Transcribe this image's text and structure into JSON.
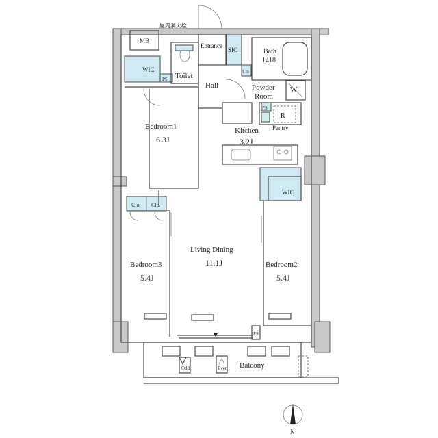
{
  "labels": {
    "hydrant": "屋内消火栓",
    "mb": "MB",
    "entrance": "Entrance",
    "sic": "SIC",
    "bath": "Bath",
    "bath_size": "1418",
    "wic_top": "WIC",
    "ps_top": "PS",
    "toilet": "Toilet",
    "hall": "Hall",
    "lin": "Lin",
    "powder1": "Powder",
    "powder2": "Room",
    "w": "W",
    "ps_kitchen": "PS",
    "r": "R",
    "pantry": "Pantry",
    "kitchen": "Kitchen",
    "kitchen_size": "3.2J",
    "bedroom1": "Bedroom1",
    "bedroom1_size": "6.3J",
    "wic_right": "WIC",
    "clo1": "Clo.",
    "clo2": "Clo.",
    "living": "Living Dining",
    "living_size": "11.1J",
    "bedroom3": "Bedroom3",
    "bedroom3_size": "5.4J",
    "bedroom2": "Bedroom2",
    "bedroom2_size": "5.4J",
    "ps_bottom": "PS",
    "odd": "Odd",
    "even": "Even",
    "balcony": "Balcony",
    "north": "N"
  },
  "colors": {
    "storage": "#cfeaf3",
    "wall": "#c9c9c9"
  }
}
